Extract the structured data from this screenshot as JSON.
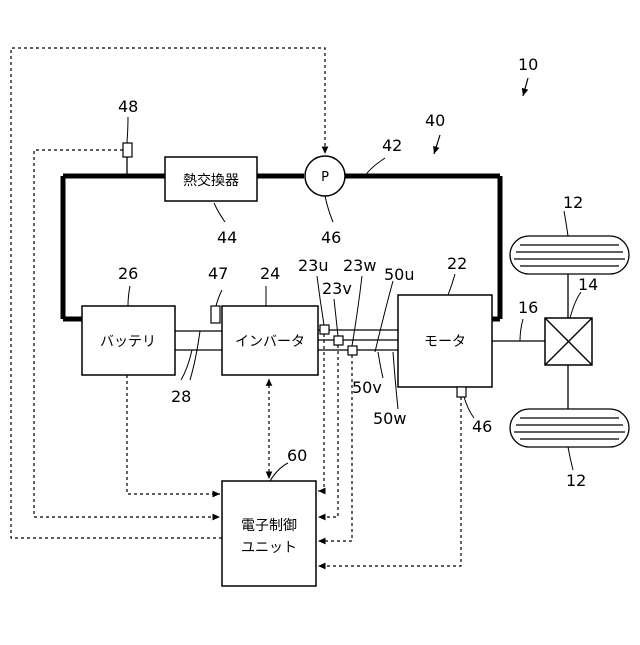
{
  "labels": {
    "system": "10",
    "circuit": "40",
    "pipe": "42",
    "hx_num": "44",
    "pump_num": "46",
    "sensor_top": "48",
    "sensor_inv": "47",
    "battery_num": "26",
    "inverter_num": "24",
    "motor_num": "22",
    "ecu_num": "60",
    "cable_num": "28",
    "shaft": "16",
    "diff": "14",
    "wheel_top": "12",
    "wheel_bottom": "12",
    "motor_sensor": "46",
    "s23u": "23u",
    "s23v": "23v",
    "s23w": "23w",
    "s50u": "50u",
    "s50v": "50v",
    "s50w": "50w"
  },
  "blocks": {
    "heat_exchanger": "熱交換器",
    "pump": "P",
    "battery": "バッテリ",
    "inverter": "インバータ",
    "motor": "モータ",
    "ecu_line1": "電子制御",
    "ecu_line2": "ユニット"
  }
}
